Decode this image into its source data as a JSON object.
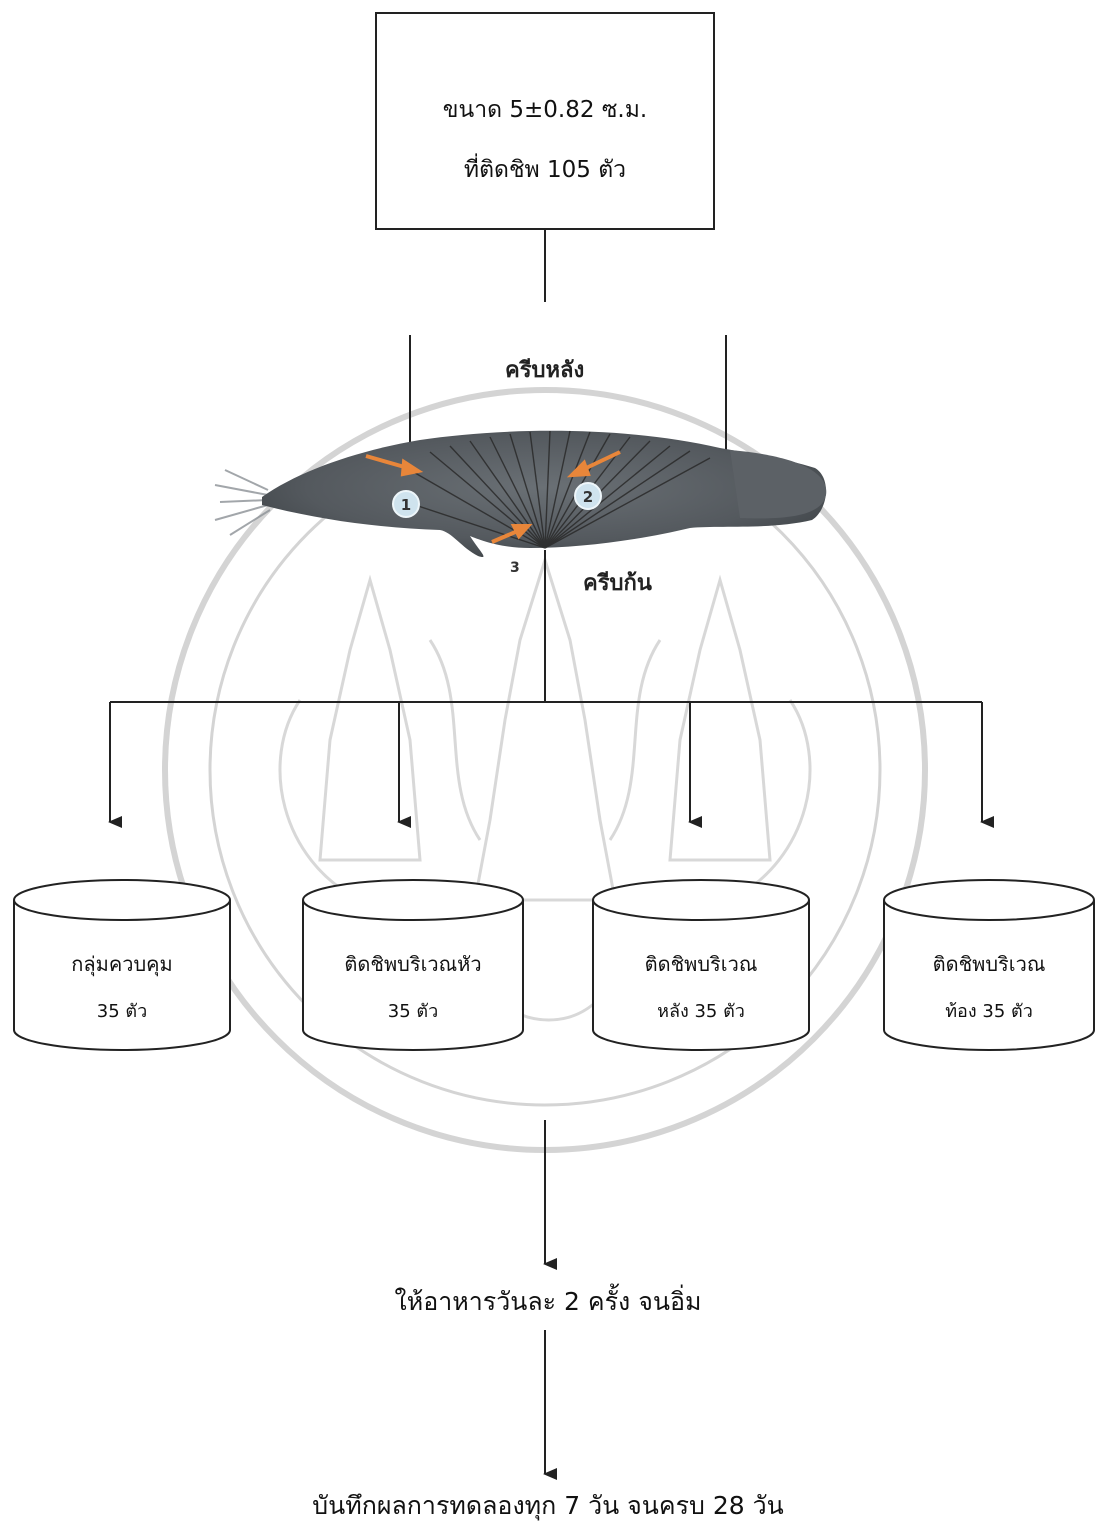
{
  "top_box": {
    "line1": "ขนาด 5±0.82 ซ.ม.",
    "line2": "ที่ติดชิพ 105 ตัว"
  },
  "fish": {
    "dorsal_fin_label": "ครีบหลัง",
    "anal_fin_label": "ครีบก้น",
    "markers": [
      "1",
      "2",
      "3"
    ]
  },
  "tanks": [
    {
      "line1": "กลุ่มควบคุม",
      "line2": "35 ตัว"
    },
    {
      "line1": "ติดชิพบริเวณหัว",
      "line2": "35 ตัว"
    },
    {
      "line1": "ติดชิพบริเวณ",
      "line2": "หลัง 35 ตัว"
    },
    {
      "line1": "ติดชิพบริเวณ",
      "line2": "ท้อง 35 ตัว"
    }
  ],
  "steps": {
    "feeding": "ให้อาหารวันละ 2 ครั้ง จนอิ่ม",
    "record": "บันทึกผลการทดลองทุก 7 วัน จนครบ 28 วัน"
  },
  "colors": {
    "line": "#222222",
    "fish_body": "#555a5f",
    "fin_ray": "#2a2a2a",
    "arrow_orange": "#e8863a",
    "watermark": "#d2d2d2"
  }
}
